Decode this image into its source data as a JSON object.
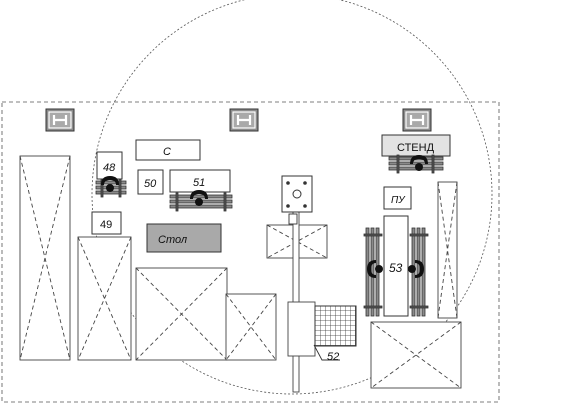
{
  "labels": {
    "m48": "48",
    "m49": "49",
    "m50": "50",
    "m51": "51",
    "m52": "52",
    "m53": "53",
    "c": "С",
    "table": "Стол",
    "stand": "СТЕНД",
    "pu": "ПУ"
  },
  "colors": {
    "line": "#333333",
    "table_fill": "#a9a9a9",
    "stand_fill": "#e3e3e3",
    "column_fill": "#8c8c8c",
    "worker": "#111111"
  },
  "icons": {
    "column": "i-beam-column-icon",
    "worker": "worker-icon"
  }
}
